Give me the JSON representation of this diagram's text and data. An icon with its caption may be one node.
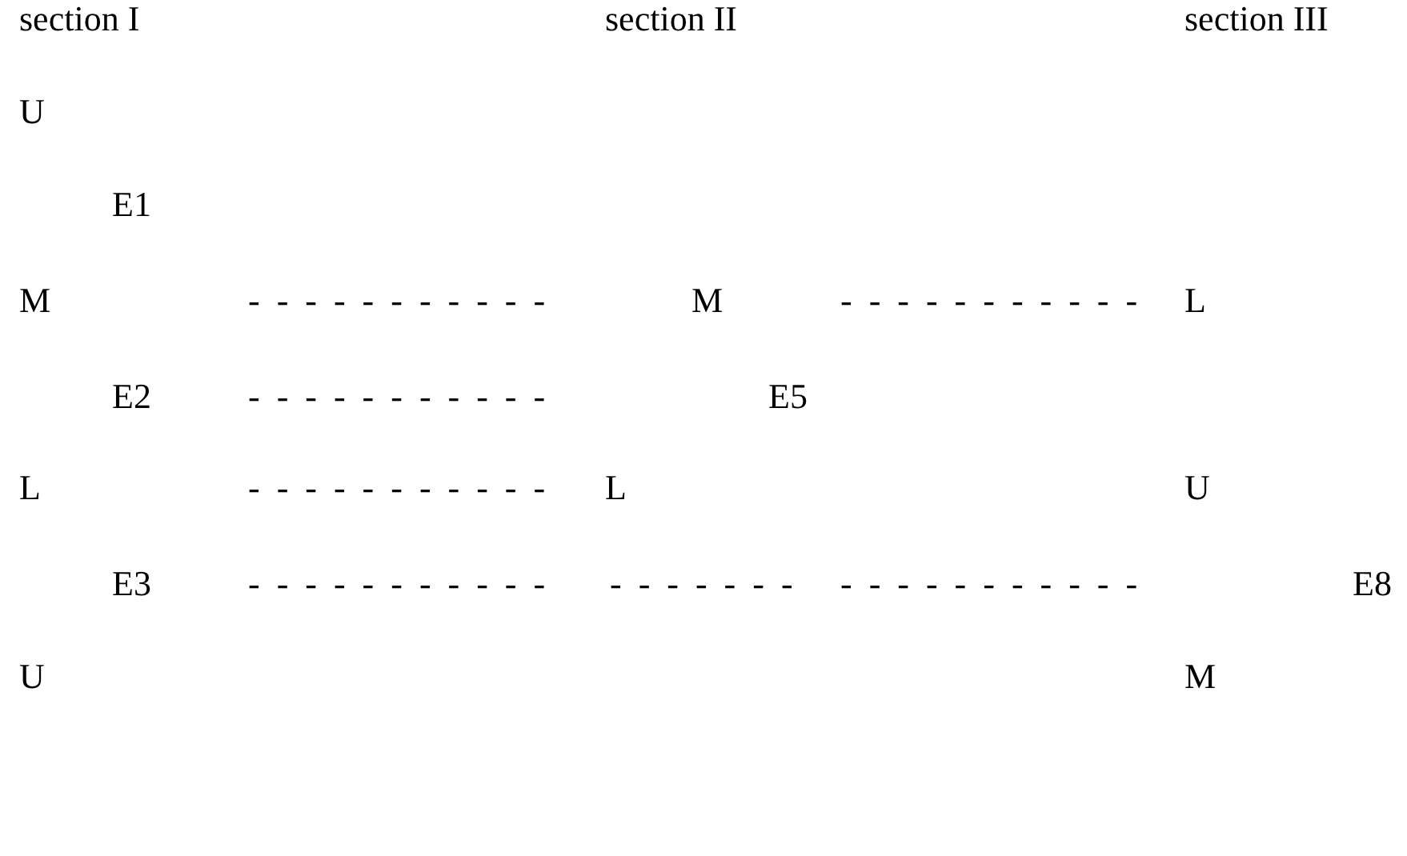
{
  "diagram": {
    "labels": [
      "section I",
      "section II",
      "section III",
      "U",
      "E1",
      "M",
      "- - - - - - - - - - -",
      "M",
      "- - - - - - - - - - -",
      "L",
      "E2",
      "- - - - - - - - - - -",
      "E5",
      "L",
      "- - - - - - - - - - -",
      "L",
      "U",
      "E3",
      "- - - - - - - - - - -",
      "- - - - - - -",
      "- - - - - - - - - - -",
      "E8",
      "U",
      "M"
    ]
  }
}
